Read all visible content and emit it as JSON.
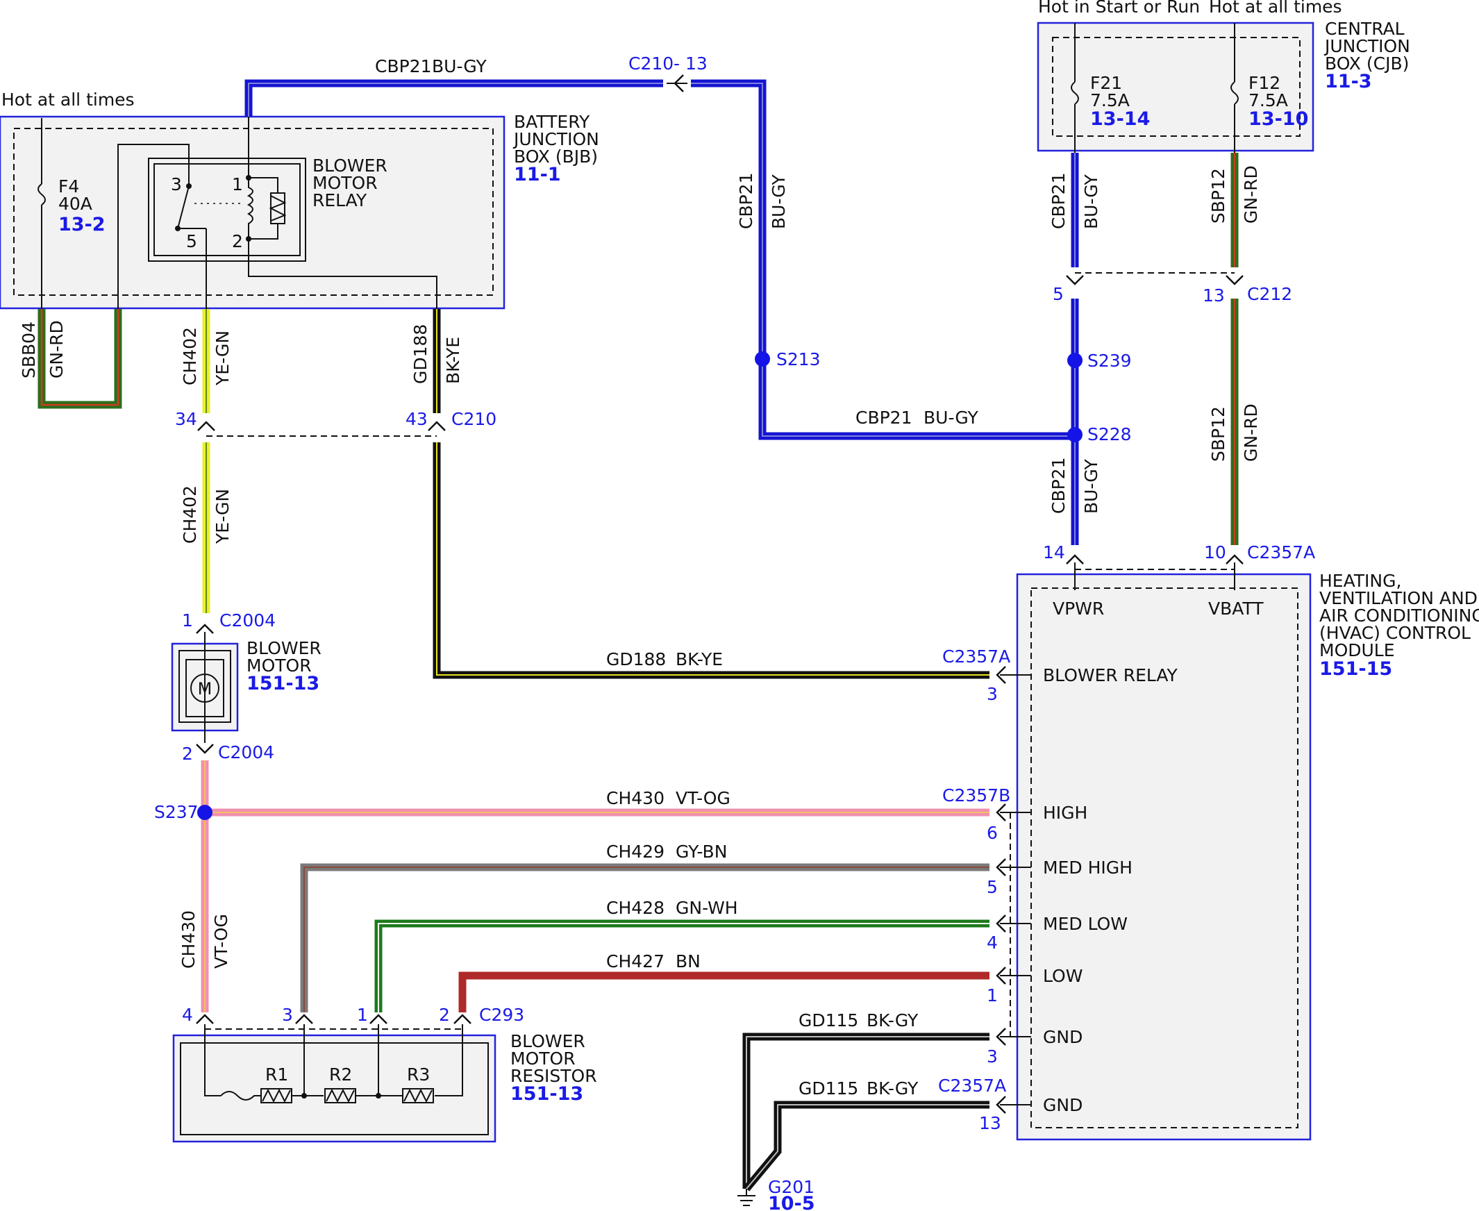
{
  "supply_labels": {
    "bjb_hot": "Hot at all times",
    "cjb_start_run": "Hot in Start or Run",
    "cjb_hot": "Hot at all times"
  },
  "modules": {
    "bjb": {
      "name": [
        "BATTERY",
        "JUNCTION",
        "BOX (BJB)"
      ],
      "ref": "11-1"
    },
    "cjb": {
      "name": [
        "CENTRAL",
        "JUNCTION",
        "BOX (CJB)"
      ],
      "ref": "11-3"
    },
    "blower_relay": {
      "name": [
        "BLOWER",
        "MOTOR",
        "RELAY"
      ],
      "pins": [
        "3",
        "1",
        "5",
        "2"
      ]
    },
    "blower_motor": {
      "name": [
        "BLOWER",
        "MOTOR"
      ],
      "ref": "151-13",
      "symbol": "M"
    },
    "blower_resistor": {
      "name": [
        "BLOWER",
        "MOTOR",
        "RESISTOR"
      ],
      "ref": "151-13",
      "resistors": [
        "R1",
        "R2",
        "R3"
      ]
    },
    "hvac": {
      "name": [
        "HEATING,",
        "VENTILATION AND",
        "AIR CONDITIONING",
        "(HVAC) CONTROL",
        "MODULE"
      ],
      "ref": "151-15",
      "top_pins": [
        "VPWR",
        "VBATT"
      ],
      "pins": [
        "BLOWER RELAY",
        "HIGH",
        "MED HIGH",
        "MED LOW",
        "LOW",
        "GND",
        "GND"
      ]
    }
  },
  "fuses": {
    "f4": {
      "name": "F4",
      "rating": "40A",
      "ref": "13-2"
    },
    "f21": {
      "name": "F21",
      "rating": "7.5A",
      "ref": "13-14"
    },
    "f12": {
      "name": "F12",
      "rating": "7.5A",
      "ref": "13-10"
    }
  },
  "circuits": {
    "cbp21_top": {
      "circuit": "CBP21",
      "color": "BU-GY"
    },
    "cbp21_vert": {
      "circuit": "CBP21",
      "color": "BU-GY"
    },
    "cbp21_horiz": {
      "circuit": "CBP21",
      "color": "BU-GY"
    },
    "cbp21_cjb": {
      "circuit": "CBP21",
      "color": "BU-GY"
    },
    "cbp21_lower": {
      "circuit": "CBP21",
      "color": "BU-GY"
    },
    "sbp12_cjb": {
      "circuit": "SBP12",
      "color": "GN-RD"
    },
    "sbp12_lower": {
      "circuit": "SBP12",
      "color": "GN-RD"
    },
    "sbb04": {
      "circuit": "SBB04",
      "color": "GN-RD"
    },
    "ch402_upper": {
      "circuit": "CH402",
      "color": "YE-GN"
    },
    "ch402_lower": {
      "circuit": "CH402",
      "color": "YE-GN"
    },
    "gd188_vert": {
      "circuit": "GD188",
      "color": "BK-YE"
    },
    "gd188_horiz": {
      "circuit": "GD188",
      "color": "BK-YE"
    },
    "ch430_horiz": {
      "circuit": "CH430",
      "color": "VT-OG"
    },
    "ch430_vert": {
      "circuit": "CH430",
      "color": "VT-OG"
    },
    "ch429": {
      "circuit": "CH429",
      "color": "GY-BN"
    },
    "ch428": {
      "circuit": "CH428",
      "color": "GN-WH"
    },
    "ch427": {
      "circuit": "CH427",
      "color": "BN"
    },
    "gd115_a": {
      "circuit": "GD115",
      "color": "BK-GY"
    },
    "gd115_b": {
      "circuit": "GD115",
      "color": "BK-GY"
    }
  },
  "connectors": {
    "c210_top": {
      "name": "C210",
      "pin": "- 13"
    },
    "c210_gd": {
      "name": "C210",
      "pin": "43"
    },
    "c210_ch_pin": "34",
    "c212": {
      "name": "C212",
      "pin_left": "5",
      "pin_right": "13"
    },
    "c2004_top": {
      "name": "C2004",
      "pin": "1"
    },
    "c2004_bot": {
      "name": "C2004",
      "pin": "2"
    },
    "c2357a_top": {
      "name": "C2357A",
      "pin_left": "14",
      "pin_right": "10"
    },
    "c2357a_relay": {
      "name": "C2357A",
      "pin": "3"
    },
    "c2357b": {
      "name": "C2357B",
      "pin": "6"
    },
    "c2357_medhigh_pin": "5",
    "c2357_medlow_pin": "4",
    "c2357_low_pin": "1",
    "c2357_gnd1_pin": "3",
    "c2357a_gnd2": {
      "name": "C2357A",
      "pin": "13"
    },
    "c293": {
      "name": "C293",
      "pins": [
        "4",
        "3",
        "1",
        "2"
      ]
    }
  },
  "splices": [
    "S213",
    "S239",
    "S228",
    "S237"
  ],
  "ground": {
    "name": "G201",
    "ref": "10-5"
  },
  "wire_colors": {
    "bu_gy": "#1414d2",
    "gn_rd_base": "#2c6e1e",
    "gn_rd_stripe": "#d03a1a",
    "ye_gn_base": "#e8f02a",
    "bk": "#111111",
    "ye_stripe": "#e8e020",
    "vt_og_base": "#f090b0",
    "gy_bn_base": "#7a7a7a",
    "gy_bn_stripe": "#8a4a3a",
    "gn_wh_base": "#1a7a1a",
    "bn": "#b02a2a",
    "gy_stripe": "#bbbbbb",
    "label_blue": "#1a1ae6",
    "box_blue": "#2222dd"
  }
}
